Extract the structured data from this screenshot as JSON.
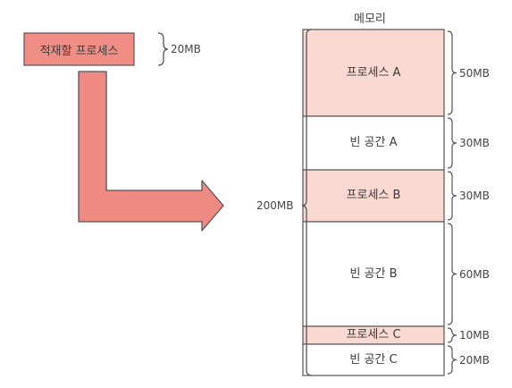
{
  "incoming": {
    "label": "적재할 프로세스",
    "size": "20MB"
  },
  "memory": {
    "title": "메모리",
    "total": "200MB",
    "colors": {
      "process": "#fad9d3",
      "free": "#ffffff",
      "incoming": "#f08e86",
      "arrow": "#ef8a82",
      "stroke": "#555555"
    },
    "blocks": [
      {
        "label": "프로세스 A",
        "size": "50MB",
        "kind": "process"
      },
      {
        "label": "빈 공간 A",
        "size": "30MB",
        "kind": "free"
      },
      {
        "label": "프로세스 B",
        "size": "30MB",
        "kind": "process"
      },
      {
        "label": "빈 공간 B",
        "size": "60MB",
        "kind": "free"
      },
      {
        "label": "프로세스 C",
        "size": "10MB",
        "kind": "process"
      },
      {
        "label": "빈 공간 C",
        "size": "20MB",
        "kind": "free"
      }
    ]
  }
}
